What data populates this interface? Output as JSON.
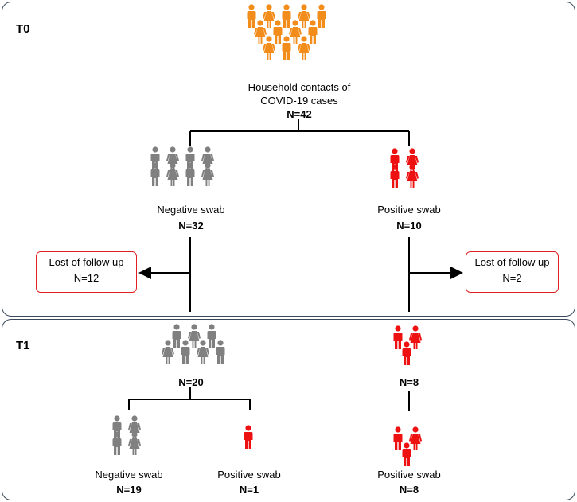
{
  "colors": {
    "source": "#f28c1b",
    "negative": "#808080",
    "positive": "#ee1111",
    "border": "#3a4a5c"
  },
  "t0": {
    "label": "T0",
    "root_line1": "Household contacts of",
    "root_line2": "COVID-19 cases",
    "root_n": "N=42",
    "neg_label": "Negative swab",
    "neg_n": "N=32",
    "pos_label": "Positive swab",
    "pos_n": "N=10",
    "lost_left_title": "Lost of follow up",
    "lost_left_n": "N=12",
    "lost_right_title": "Lost of follow up",
    "lost_right_n": "N=2"
  },
  "t1": {
    "label": "T1",
    "neg_group_n": "N=20",
    "pos_group_n": "N=8",
    "neg_neg_label": "Negative swab",
    "neg_neg_n": "N=19",
    "neg_pos_label": "Positive swab",
    "neg_pos_n": "N=1",
    "pos_pos_label": "Positive swab",
    "pos_pos_n": "N=8"
  }
}
